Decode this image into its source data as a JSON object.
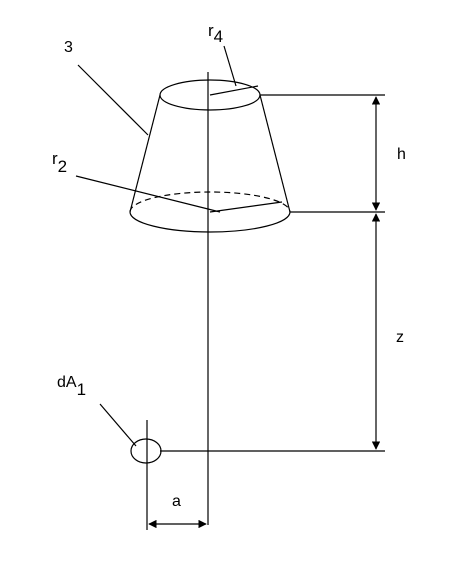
{
  "labels": {
    "part_number": "3",
    "top_radius": {
      "base": "r",
      "sub": "4"
    },
    "bottom_radius": {
      "base": "r",
      "sub": "2"
    },
    "height": "h",
    "distance": "z",
    "element": {
      "base": "dA",
      "sub": "1"
    },
    "offset": "a"
  },
  "colors": {
    "line": "#000000",
    "background": "#ffffff"
  }
}
